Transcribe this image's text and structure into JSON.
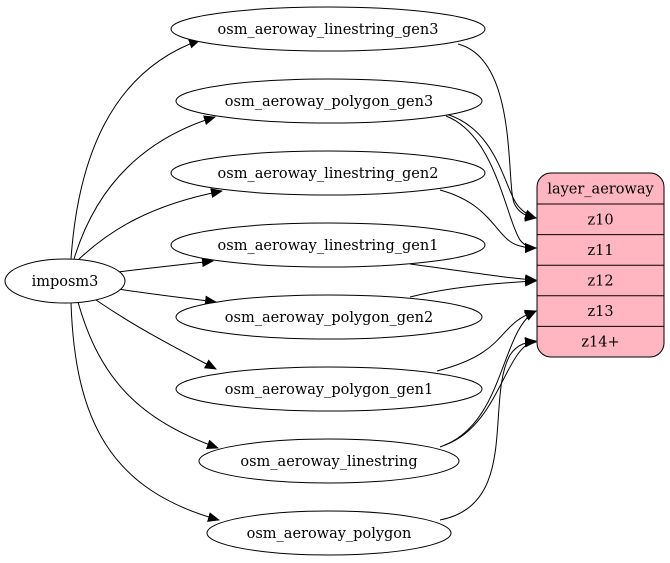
{
  "graph": {
    "source": {
      "label": "imposm3"
    },
    "tables": [
      {
        "id": "linestring_gen3",
        "label": "osm_aeroway_linestring_gen3"
      },
      {
        "id": "polygon_gen3",
        "label": "osm_aeroway_polygon_gen3"
      },
      {
        "id": "linestring_gen2",
        "label": "osm_aeroway_linestring_gen2"
      },
      {
        "id": "linestring_gen1",
        "label": "osm_aeroway_linestring_gen1"
      },
      {
        "id": "polygon_gen2",
        "label": "osm_aeroway_polygon_gen2"
      },
      {
        "id": "polygon_gen1",
        "label": "osm_aeroway_polygon_gen1"
      },
      {
        "id": "linestring",
        "label": "osm_aeroway_linestring"
      },
      {
        "id": "polygon",
        "label": "osm_aeroway_polygon"
      }
    ],
    "layer": {
      "title": "layer_aeroway",
      "fill_color": "#ffb6c1",
      "zooms": [
        "z10",
        "z11",
        "z12",
        "z13",
        "z14+"
      ]
    },
    "edges_to_layer": [
      {
        "from": "linestring_gen3",
        "to": "z10"
      },
      {
        "from": "polygon_gen3",
        "to": "z10"
      },
      {
        "from": "polygon_gen3",
        "to": "z11"
      },
      {
        "from": "linestring_gen2",
        "to": "z11"
      },
      {
        "from": "linestring_gen1",
        "to": "z12"
      },
      {
        "from": "polygon_gen2",
        "to": "z12"
      },
      {
        "from": "polygon_gen1",
        "to": "z13"
      },
      {
        "from": "linestring",
        "to": "z13"
      },
      {
        "from": "linestring",
        "to": "z14+"
      },
      {
        "from": "polygon",
        "to": "z14+"
      }
    ]
  }
}
